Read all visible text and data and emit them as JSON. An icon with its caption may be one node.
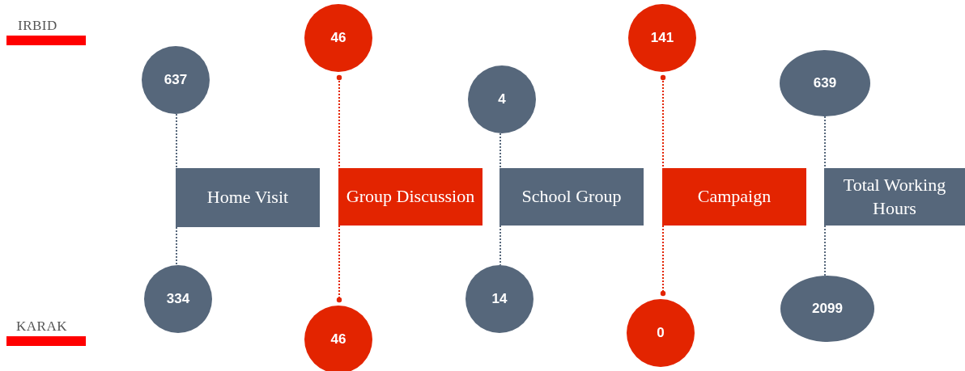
{
  "diagram": {
    "nodes": [
      {
        "text": [
          "637"
        ]
      },
      {
        "text": [
          "Home Visit"
        ]
      },
      {
        "text": [
          "334"
        ]
      },
      {
        "text": [
          "46"
        ]
      },
      {
        "text": [
          "Group Discussion"
        ]
      },
      {
        "text": [
          "46"
        ]
      },
      {
        "text": [
          "4"
        ]
      },
      {
        "text": [
          "School Group"
        ]
      },
      {
        "text": [
          "14"
        ]
      },
      {
        "text": [
          "141"
        ]
      },
      {
        "text": [
          "Campaign"
        ]
      },
      {
        "text": [
          "0"
        ]
      },
      {
        "text": [
          "639"
        ]
      },
      {
        "text": [
          "Total Working Hours"
        ]
      },
      {
        "text": [
          "2099"
        ]
      }
    ],
    "edges": [
      {
        "from": 0,
        "to": 1,
        "arrow": "none",
        "style": "dashed"
      },
      {
        "from": 1,
        "to": 2,
        "arrow": "none",
        "style": "dashed"
      },
      {
        "from": 3,
        "to": 4,
        "arrow": "other",
        "style": "dashed",
        "color": "#e32400"
      },
      {
        "from": 4,
        "to": 5,
        "arrow": "other",
        "style": "dashed",
        "color": "#e32400"
      },
      {
        "from": 6,
        "to": 7,
        "arrow": "none",
        "style": "dashed"
      },
      {
        "from": 7,
        "to": 8,
        "arrow": "none",
        "style": "dashed"
      },
      {
        "from": 9,
        "to": 10,
        "arrow": "other",
        "style": "dashed",
        "color": "#e32400"
      },
      {
        "from": 10,
        "to": 11,
        "arrow": "other",
        "style": "dashed",
        "color": "#e32400"
      },
      {
        "from": 12,
        "to": 13,
        "arrow": "none",
        "style": "dashed"
      },
      {
        "from": 13,
        "to": 14,
        "arrow": "none",
        "style": "dashed"
      }
    ],
    "labels": [
      "IRBID",
      "KARAK"
    ]
  }
}
